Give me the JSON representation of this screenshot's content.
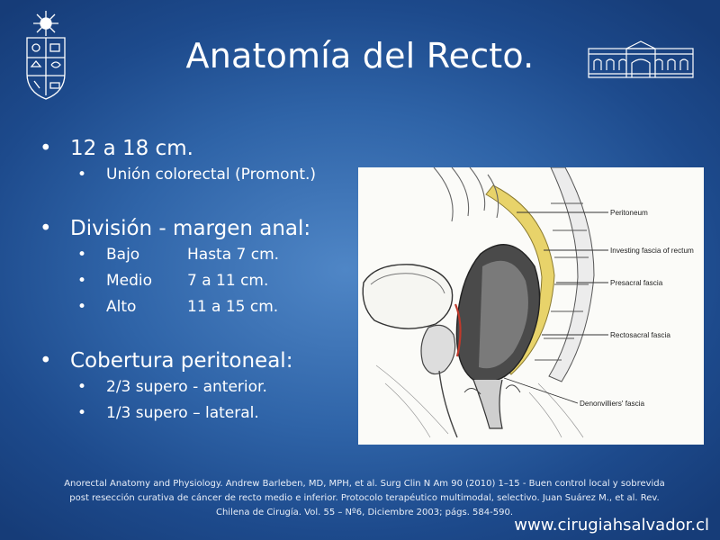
{
  "slide": {
    "title": "Anatomía del Recto.",
    "bullets": [
      {
        "text": "12 a 18 cm.",
        "sub": [
          {
            "text": "Unión colorectal (Promont.)"
          }
        ]
      },
      {
        "text": "División - margen anal:",
        "sub": [
          {
            "key": "Bajo",
            "value": "Hasta 7 cm."
          },
          {
            "key": "Medio",
            "value": "7 a 11 cm."
          },
          {
            "key": "Alto",
            "value": "11 a 15 cm."
          }
        ]
      },
      {
        "text": "Cobertura peritoneal:",
        "sub": [
          {
            "text": "2/3 supero - anterior."
          },
          {
            "text": "1/3 supero – lateral."
          }
        ]
      }
    ],
    "figure_labels": {
      "peritoneum": "Peritoneum",
      "investing": "Investing fascia of rectum",
      "presacral": "Presacral fascia",
      "rectosacral": "Rectosacral fascia",
      "denonvilliers": "Denonvilliers' fascia"
    },
    "citation": "Anorectal Anatomy and Physiology. Andrew Barleben, MD, MPH, et al. Surg Clin N Am 90 (2010) 1–15 - Buen control local y sobrevida post resección curativa de cáncer de recto medio e inferior. Protocolo terapéutico multimodal, selectivo. Juan Suárez M., et al. Rev. Chilena de Cirugía. Vol. 55 – Nº6, Diciembre 2003; págs. 584-590.",
    "footer_url": "www.cirugiahsalvador.cl"
  },
  "colors": {
    "background": "#2f64a8",
    "text": "#ffffff",
    "fascia_yellow": "#e8d36a"
  },
  "icons": {
    "left_logo": "university-crest-icon",
    "right_logo": "hospital-building-icon"
  }
}
